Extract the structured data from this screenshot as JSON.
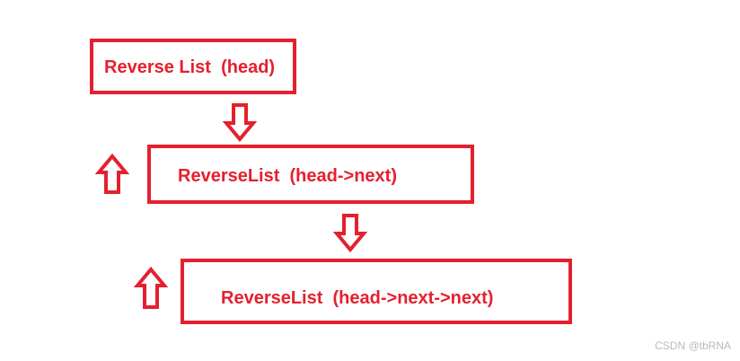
{
  "diagram": {
    "boxes": [
      {
        "label": "Reverse List  (head)"
      },
      {
        "label": "ReverseList  (head->next)"
      },
      {
        "label": "ReverseList  (head->next->next)"
      }
    ],
    "arrows": [
      {
        "direction": "down"
      },
      {
        "direction": "up"
      },
      {
        "direction": "down"
      },
      {
        "direction": "up"
      }
    ],
    "colors": {
      "accent": "#e5202e",
      "background": "#ffffff",
      "watermark": "#b9b9b9"
    }
  },
  "watermark": "CSDN @tbRNA"
}
